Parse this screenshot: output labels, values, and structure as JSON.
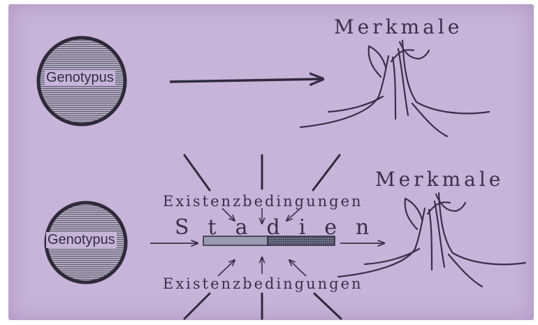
{
  "diagram": {
    "top": {
      "circle_label": "Genotypus",
      "target_label": "Merkmale"
    },
    "bottom": {
      "circle_label": "Genotypus",
      "stages_label": "Stadien",
      "conditions_top": "Existenzbedingungen",
      "conditions_bottom": "Existenzbedingungen",
      "target_label": "Merkmale"
    }
  },
  "colors": {
    "background": "#c7b4d9",
    "ink": "#3a2f4a",
    "circle_fill": "#8f8aa0",
    "bar_light": "#9a9ab0"
  }
}
